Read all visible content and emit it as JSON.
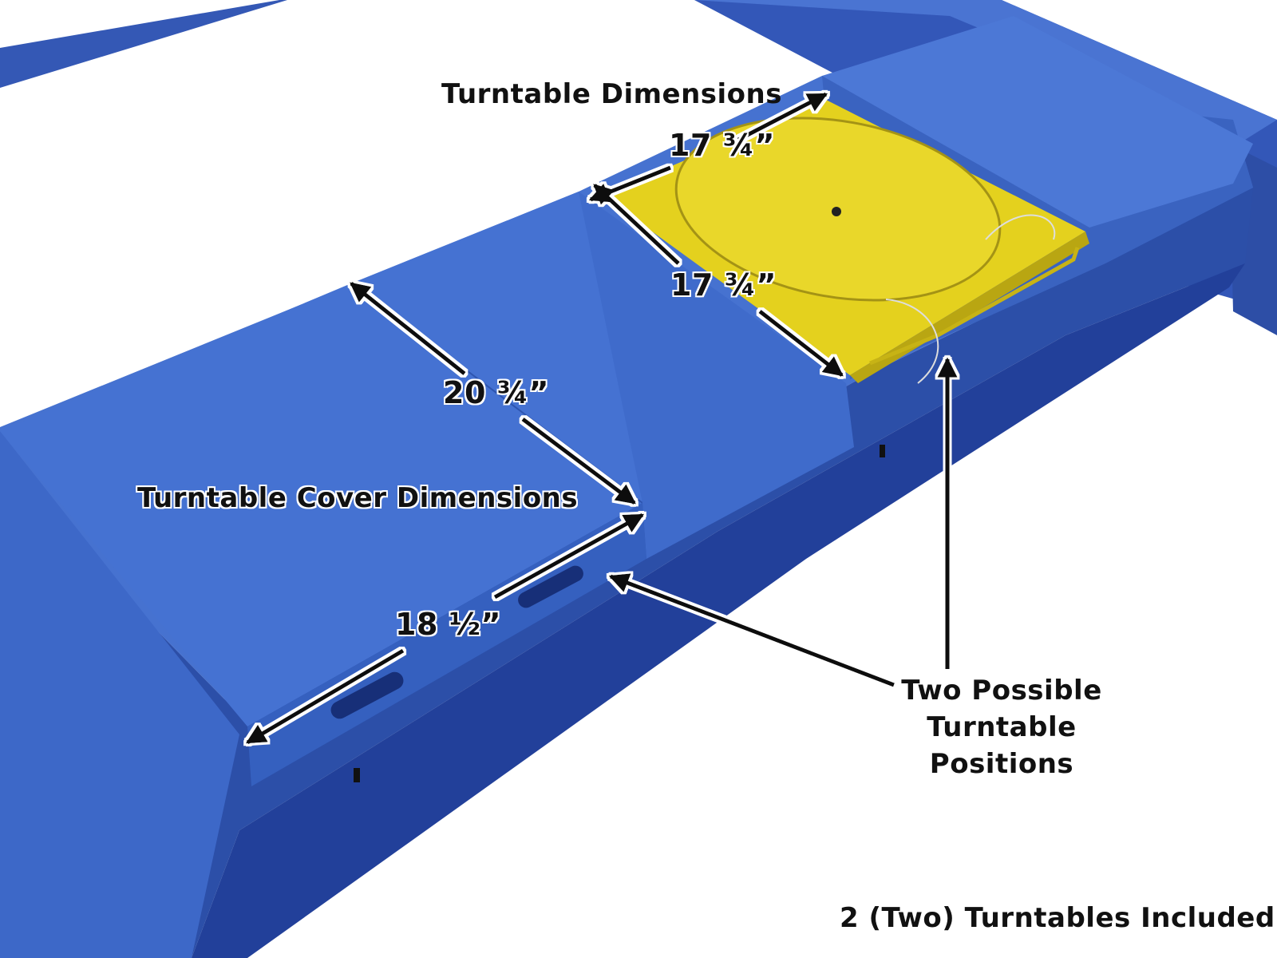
{
  "labels": {
    "turntable_dimensions": "Turntable Dimensions",
    "turntable_cover_dimensions": "Turntable Cover Dimensions",
    "dim_top": "17 ¾”",
    "dim_side": "17 ¾”",
    "dim_cover_length": "20 ¾”",
    "dim_cover_width": "18 ½”",
    "positions_line1": "Two Possible",
    "positions_line2": "Turntable",
    "positions_line3": "Positions",
    "footer": "2 (Two) Turntables Included"
  },
  "colors": {
    "lift_blue": "#3b67c6",
    "lift_blue_dark": "#2747a0",
    "lift_blue_light": "#4f7ad6",
    "turntable_yellow": "#e6d21c",
    "turntable_yellow_dark": "#b9a612",
    "arrow": "#111111"
  }
}
